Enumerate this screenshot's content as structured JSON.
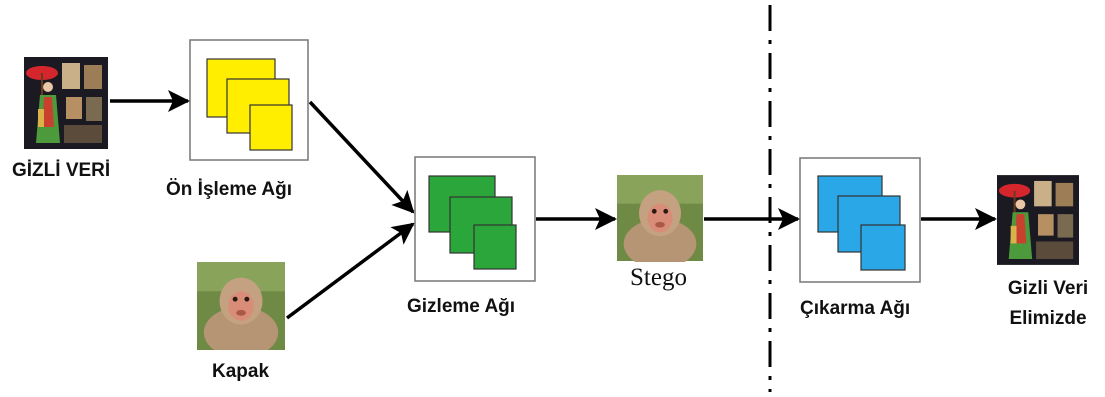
{
  "labels": {
    "secret_data": "GİZLİ VERİ",
    "preprocessing_network": "Ön İşleme Ağı",
    "cover": "Kapak",
    "hiding_network": "Gizleme Ağı",
    "stego": "Stego",
    "extraction_network": "Çıkarma Ağı",
    "recovered_line1": "Gizli Veri",
    "recovered_line2": "Elimizde"
  },
  "colors": {
    "preprocessing": "#ffee00",
    "hiding": "#2aa63a",
    "extraction": "#2aa7e6",
    "arrow": "#000000"
  },
  "icons": {
    "secret_image": "painting-woman-image",
    "cover_image": "monkey-image",
    "stego_image": "monkey-image",
    "recovered_image": "painting-woman-image"
  }
}
